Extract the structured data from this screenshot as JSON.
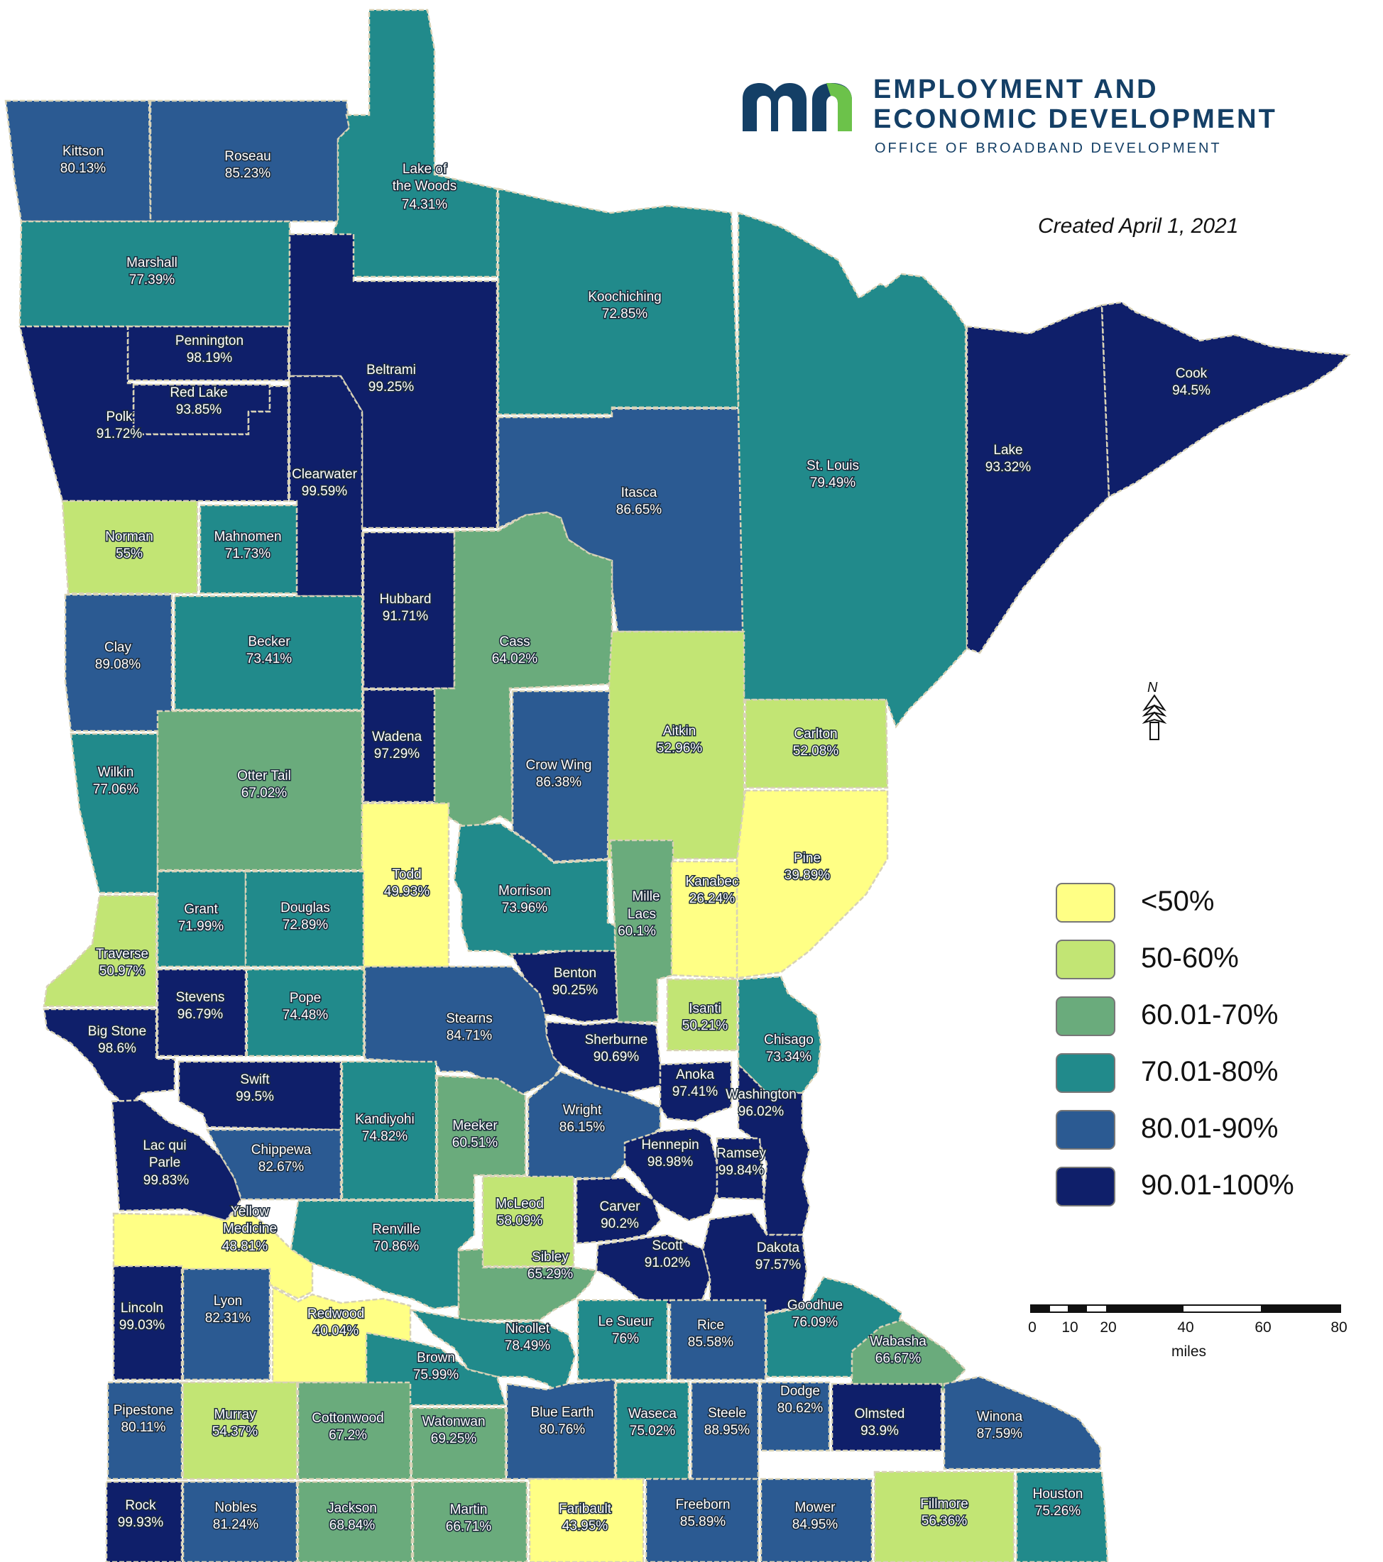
{
  "header": {
    "org_line1": "EMPLOYMENT AND",
    "org_line2": "ECONOMIC DEVELOPMENT",
    "office": "OFFICE OF BROADBAND DEVELOPMENT",
    "created": "Created April 1, 2021"
  },
  "north_arrow": {
    "label": "N"
  },
  "scale": {
    "ticks": [
      "0",
      "10",
      "20",
      "40",
      "60",
      "80"
    ],
    "units": "miles"
  },
  "legend": [
    {
      "label": "<50%",
      "color": "#ffff85"
    },
    {
      "label": "50-60%",
      "color": "#c2e574"
    },
    {
      "label": "60.01-70%",
      "color": "#6aab7c"
    },
    {
      "label": "70.01-80%",
      "color": "#218a8b"
    },
    {
      "label": "80.01-90%",
      "color": "#2b5a92"
    },
    {
      "label": "90.01-100%",
      "color": "#0f1f6a"
    }
  ],
  "counties": [
    {
      "name": "Kittson",
      "value": "80.13%",
      "color": "#2b5a92"
    },
    {
      "name": "Roseau",
      "value": "85.23%",
      "color": "#2b5a92"
    },
    {
      "name": "Lake of the Woods",
      "value": "74.31%",
      "color": "#218a8b"
    },
    {
      "name": "Marshall",
      "value": "77.39%",
      "color": "#218a8b"
    },
    {
      "name": "Pennington",
      "value": "98.19%",
      "color": "#0f1f6a"
    },
    {
      "name": "Red Lake",
      "value": "93.85%",
      "color": "#0f1f6a"
    },
    {
      "name": "Polk",
      "value": "91.72%",
      "color": "#0f1f6a"
    },
    {
      "name": "Beltrami",
      "value": "99.25%",
      "color": "#0f1f6a"
    },
    {
      "name": "Clearwater",
      "value": "99.59%",
      "color": "#0f1f6a"
    },
    {
      "name": "Koochiching",
      "value": "72.85%",
      "color": "#218a8b"
    },
    {
      "name": "Itasca",
      "value": "86.65%",
      "color": "#2b5a92"
    },
    {
      "name": "St. Louis",
      "value": "79.49%",
      "color": "#218a8b"
    },
    {
      "name": "Lake",
      "value": "93.32%",
      "color": "#0f1f6a"
    },
    {
      "name": "Cook",
      "value": "94.5%",
      "color": "#0f1f6a"
    },
    {
      "name": "Norman",
      "value": "55%",
      "color": "#c2e574"
    },
    {
      "name": "Mahnomen",
      "value": "71.73%",
      "color": "#218a8b"
    },
    {
      "name": "Hubbard",
      "value": "91.71%",
      "color": "#0f1f6a"
    },
    {
      "name": "Clay",
      "value": "89.08%",
      "color": "#2b5a92"
    },
    {
      "name": "Becker",
      "value": "73.41%",
      "color": "#218a8b"
    },
    {
      "name": "Cass",
      "value": "64.02%",
      "color": "#6aab7c"
    },
    {
      "name": "Aitkin",
      "value": "52.96%",
      "color": "#c2e574"
    },
    {
      "name": "Carlton",
      "value": "52.08%",
      "color": "#c2e574"
    },
    {
      "name": "Wadena",
      "value": "97.29%",
      "color": "#0f1f6a"
    },
    {
      "name": "Crow Wing",
      "value": "86.38%",
      "color": "#2b5a92"
    },
    {
      "name": "Wilkin",
      "value": "77.06%",
      "color": "#218a8b"
    },
    {
      "name": "Otter Tail",
      "value": "67.02%",
      "color": "#6aab7c"
    },
    {
      "name": "Todd",
      "value": "49.93%",
      "color": "#ffff85"
    },
    {
      "name": "Pine",
      "value": "39.89%",
      "color": "#ffff85"
    },
    {
      "name": "Grant",
      "value": "71.99%",
      "color": "#218a8b"
    },
    {
      "name": "Douglas",
      "value": "72.89%",
      "color": "#218a8b"
    },
    {
      "name": "Morrison",
      "value": "73.96%",
      "color": "#218a8b"
    },
    {
      "name": "Mille Lacs",
      "value": "60.1%",
      "color": "#6aab7c"
    },
    {
      "name": "Kanabec",
      "value": "26.24%",
      "color": "#ffff85"
    },
    {
      "name": "Traverse",
      "value": "50.97%",
      "color": "#c2e574"
    },
    {
      "name": "Stevens",
      "value": "96.79%",
      "color": "#0f1f6a"
    },
    {
      "name": "Pope",
      "value": "74.48%",
      "color": "#218a8b"
    },
    {
      "name": "Stearns",
      "value": "84.71%",
      "color": "#2b5a92"
    },
    {
      "name": "Benton",
      "value": "90.25%",
      "color": "#0f1f6a"
    },
    {
      "name": "Isanti",
      "value": "50.21%",
      "color": "#c2e574"
    },
    {
      "name": "Chisago",
      "value": "73.34%",
      "color": "#218a8b"
    },
    {
      "name": "Big Stone",
      "value": "98.6%",
      "color": "#0f1f6a"
    },
    {
      "name": "Sherburne",
      "value": "90.69%",
      "color": "#0f1f6a"
    },
    {
      "name": "Swift",
      "value": "99.5%",
      "color": "#0f1f6a"
    },
    {
      "name": "Anoka",
      "value": "97.41%",
      "color": "#0f1f6a"
    },
    {
      "name": "Washington",
      "value": "96.02%",
      "color": "#0f1f6a"
    },
    {
      "name": "Kandiyohi",
      "value": "74.82%",
      "color": "#218a8b"
    },
    {
      "name": "Meeker",
      "value": "60.51%",
      "color": "#6aab7c"
    },
    {
      "name": "Wright",
      "value": "86.15%",
      "color": "#2b5a92"
    },
    {
      "name": "Lac qui Parle",
      "value": "99.83%",
      "color": "#0f1f6a"
    },
    {
      "name": "Chippewa",
      "value": "82.67%",
      "color": "#2b5a92"
    },
    {
      "name": "Hennepin",
      "value": "98.98%",
      "color": "#0f1f6a"
    },
    {
      "name": "Ramsey",
      "value": "99.84%",
      "color": "#0f1f6a"
    },
    {
      "name": "Yellow Medicine",
      "value": "48.81%",
      "color": "#ffff85"
    },
    {
      "name": "McLeod",
      "value": "58.09%",
      "color": "#c2e574"
    },
    {
      "name": "Carver",
      "value": "90.2%",
      "color": "#0f1f6a"
    },
    {
      "name": "Renville",
      "value": "70.86%",
      "color": "#218a8b"
    },
    {
      "name": "Sibley",
      "value": "65.29%",
      "color": "#6aab7c"
    },
    {
      "name": "Scott",
      "value": "91.02%",
      "color": "#0f1f6a"
    },
    {
      "name": "Dakota",
      "value": "97.57%",
      "color": "#0f1f6a"
    },
    {
      "name": "Lincoln",
      "value": "99.03%",
      "color": "#0f1f6a"
    },
    {
      "name": "Lyon",
      "value": "82.31%",
      "color": "#2b5a92"
    },
    {
      "name": "Redwood",
      "value": "40.04%",
      "color": "#ffff85"
    },
    {
      "name": "Goodhue",
      "value": "76.09%",
      "color": "#218a8b"
    },
    {
      "name": "Nicollet",
      "value": "78.49%",
      "color": "#218a8b"
    },
    {
      "name": "Le Sueur",
      "value": "76%",
      "color": "#218a8b"
    },
    {
      "name": "Rice",
      "value": "85.58%",
      "color": "#2b5a92"
    },
    {
      "name": "Wabasha",
      "value": "66.67%",
      "color": "#6aab7c"
    },
    {
      "name": "Brown",
      "value": "75.99%",
      "color": "#218a8b"
    },
    {
      "name": "Pipestone",
      "value": "80.11%",
      "color": "#2b5a92"
    },
    {
      "name": "Murray",
      "value": "54.37%",
      "color": "#c2e574"
    },
    {
      "name": "Cottonwood",
      "value": "67.2%",
      "color": "#6aab7c"
    },
    {
      "name": "Watonwan",
      "value": "69.25%",
      "color": "#6aab7c"
    },
    {
      "name": "Blue Earth",
      "value": "80.76%",
      "color": "#2b5a92"
    },
    {
      "name": "Waseca",
      "value": "75.02%",
      "color": "#218a8b"
    },
    {
      "name": "Steele",
      "value": "88.95%",
      "color": "#2b5a92"
    },
    {
      "name": "Dodge",
      "value": "80.62%",
      "color": "#2b5a92"
    },
    {
      "name": "Olmsted",
      "value": "93.9%",
      "color": "#0f1f6a"
    },
    {
      "name": "Winona",
      "value": "87.59%",
      "color": "#2b5a92"
    },
    {
      "name": "Rock",
      "value": "99.93%",
      "color": "#0f1f6a"
    },
    {
      "name": "Nobles",
      "value": "81.24%",
      "color": "#2b5a92"
    },
    {
      "name": "Jackson",
      "value": "68.84%",
      "color": "#6aab7c"
    },
    {
      "name": "Martin",
      "value": "66.71%",
      "color": "#6aab7c"
    },
    {
      "name": "Faribault",
      "value": "43.95%",
      "color": "#ffff85"
    },
    {
      "name": "Freeborn",
      "value": "85.89%",
      "color": "#2b5a92"
    },
    {
      "name": "Mower",
      "value": "84.95%",
      "color": "#2b5a92"
    },
    {
      "name": "Fillmore",
      "value": "56.36%",
      "color": "#c2e574"
    },
    {
      "name": "Houston",
      "value": "75.26%",
      "color": "#218a8b"
    }
  ]
}
